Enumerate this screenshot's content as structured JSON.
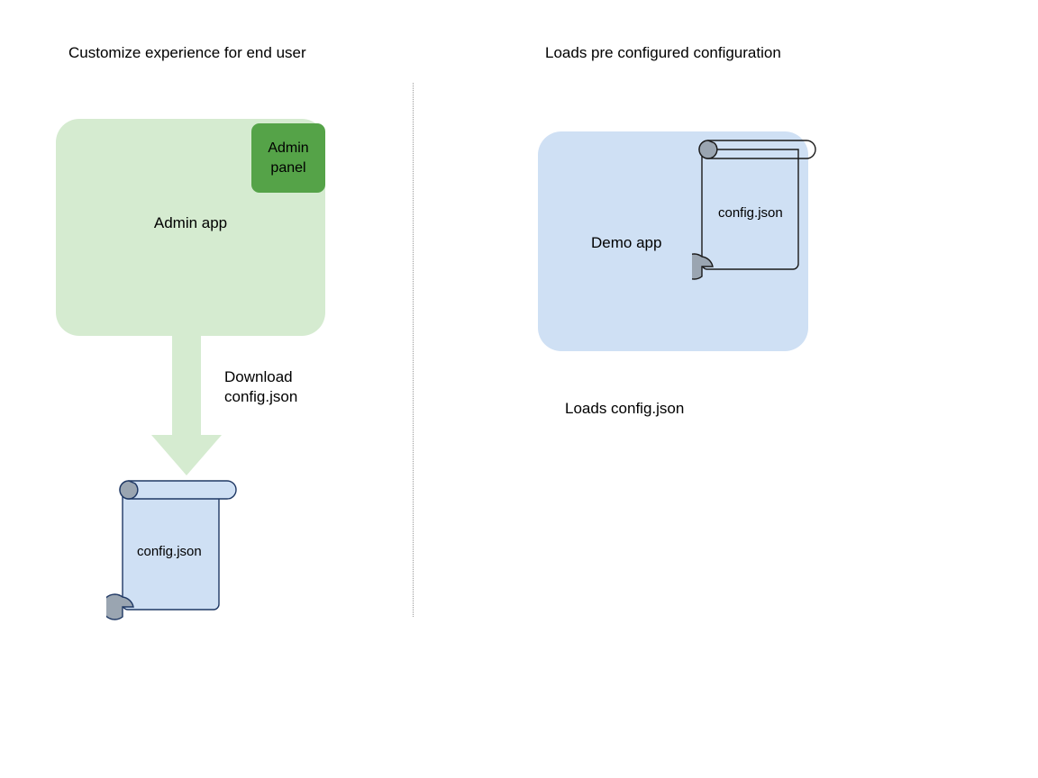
{
  "headings": {
    "left": "Customize experience for end user",
    "right": "Loads pre configured configuration"
  },
  "left_column": {
    "app_box": {
      "label": "Admin app",
      "fill": "#d5ebd0"
    },
    "admin_panel": {
      "label": "Admin\npanel",
      "fill": "#55a348"
    },
    "arrow": {
      "label": "Download\nconfig.json",
      "fill": "#d5ebd0",
      "direction": "down"
    },
    "document": {
      "label": "config.json",
      "fill": "#cfe0f4",
      "stroke": "#1f3864",
      "curl_fill": "#9aa5b1"
    }
  },
  "right_column": {
    "app_box": {
      "label": "Demo app",
      "fill": "#cfe0f4"
    },
    "document": {
      "label": "config.json",
      "fill": "transparent",
      "stroke": "#1a1a1a",
      "curl_fill": "#9aa5b1"
    },
    "caption": "Loads config.json"
  },
  "divider": {
    "style": "dotted",
    "color": "#9a9a9a"
  }
}
